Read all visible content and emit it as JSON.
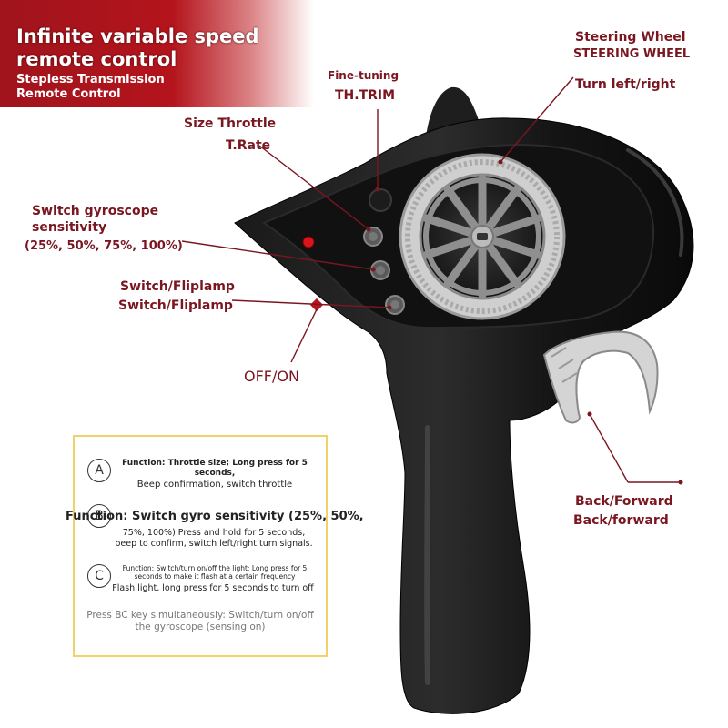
{
  "banner": {
    "title": "Infinite variable speed remote control",
    "subtitle": "Stepless Transmission Remote Control"
  },
  "callouts": {
    "steering_cn": "Steering Wheel",
    "steering_en": "STEERING WHEEL",
    "turn": "Turn left/right",
    "fine_cn": "Fine-tuning",
    "fine_en": "TH.TRIM",
    "throttle_cn": "Size Throttle",
    "throttle_en": "T.Rate",
    "gyro_line1": "Switch gyroscope",
    "gyro_line2": "sensitivity",
    "gyro_values": "(25%, 50%, 75%, 100%)",
    "flip_1": "Switch/Fliplamp",
    "flip_2": "Switch/Fliplamp",
    "off_on": "OFF/ON",
    "back_1": "Back/Forward",
    "back_2": "Back/forward"
  },
  "functions": {
    "a_letter": "A",
    "a_line1": "Function: Throttle size; Long press for 5 seconds,",
    "a_line2": "Beep confirmation, switch throttle",
    "b_letter": "B",
    "b_line1": "Function: Switch gyro sensitivity (25%, 50%,",
    "b_line2": "75%, 100%) Press and hold for 5 seconds, beep to confirm, switch left/right turn signals.",
    "c_letter": "C",
    "c_line1": "Function: Switch/turn on/off the light; Long press for 5 seconds to make it flash at a certain frequency",
    "c_line2": "Flash light, long press for 5 seconds to turn off",
    "bc_note": "Press BC key simultaneously: Switch/turn on/off the gyroscope (sensing on)"
  },
  "colors": {
    "accent": "#7a1620",
    "banner": "#b4141c",
    "box_border": "#f0d26a"
  }
}
